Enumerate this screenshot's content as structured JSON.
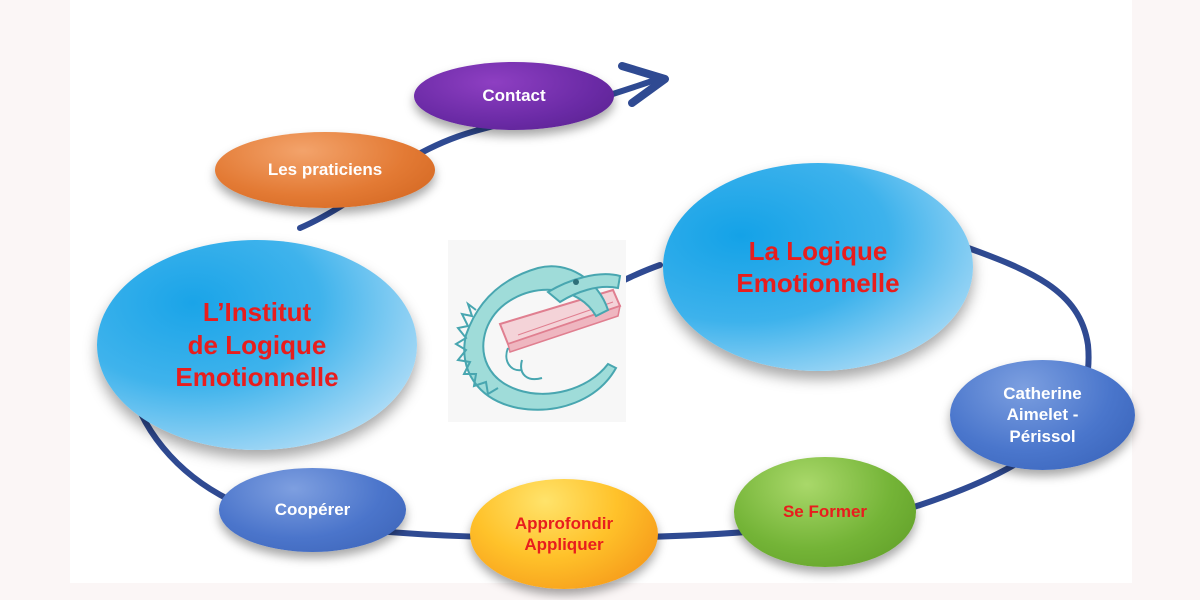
{
  "nodes": {
    "institut": [
      "L’Institut",
      "de Logique",
      "Emotionnelle"
    ],
    "logique": [
      "La Logique",
      "Emotionnelle"
    ],
    "contact": "Contact",
    "praticiens": "Les praticiens",
    "catherine": [
      "Catherine",
      "Aimelet -",
      "Périssol"
    ],
    "former": "Se Former",
    "approfondir": [
      "Approfondir",
      "Appliquer"
    ],
    "cooperer": "Coopérer"
  },
  "colors": {
    "path": "#2f4a92",
    "highlight_text": "#e81d1d",
    "logo_crocodile": "#7fd1cf",
    "logo_book": "#e99aa6"
  },
  "icons": {
    "logo": "crocodile-on-book-icon",
    "arrow": "arrow-head-icon"
  }
}
